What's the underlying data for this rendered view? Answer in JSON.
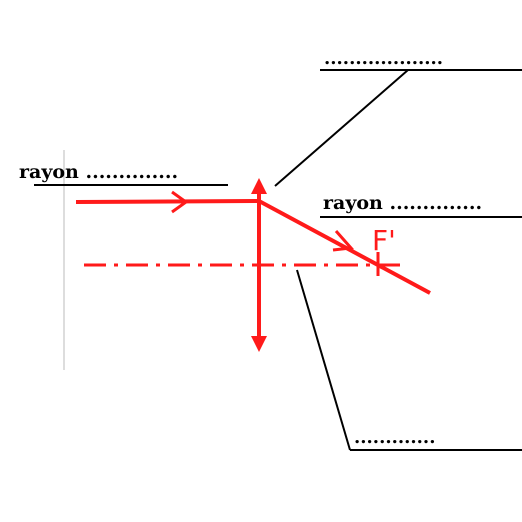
{
  "labels": {
    "top_blank": "...................",
    "incident_ray": "rayon ..............",
    "refracted_ray": "rayon ..............",
    "bottom_blank": ".............",
    "focal_point": "F'"
  },
  "colors": {
    "optics": "#ff1a1a",
    "leader_lines": "#000000",
    "margin_line": "#bbbbbb"
  }
}
